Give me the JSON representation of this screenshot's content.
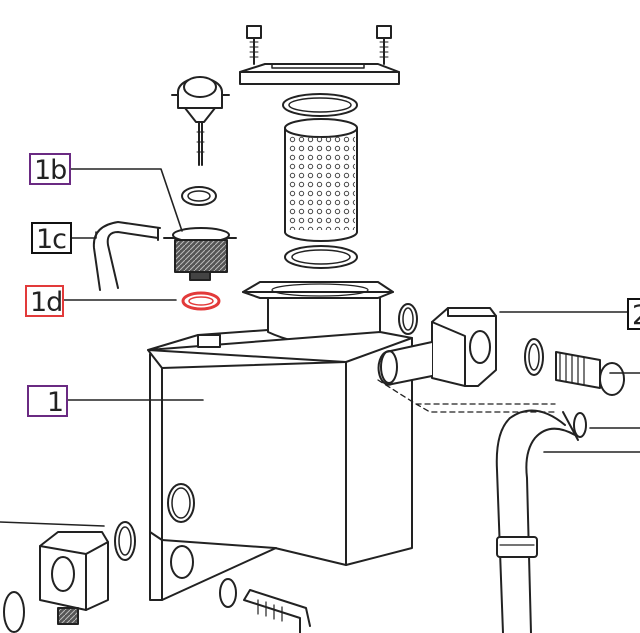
{
  "callouts": {
    "c1b": {
      "label": "1b",
      "border_color": "#6a2a82"
    },
    "c1c": {
      "label": "1c",
      "border_color": "#111111"
    },
    "c1d": {
      "label": "1d",
      "border_color": "#e23a3a"
    },
    "c1": {
      "label": "1",
      "border_color": "#6a2a82"
    },
    "c2": {
      "label": "2",
      "border_color": "#111111"
    }
  },
  "highlight": {
    "o_ring_1d_color": "#e23a3a"
  }
}
